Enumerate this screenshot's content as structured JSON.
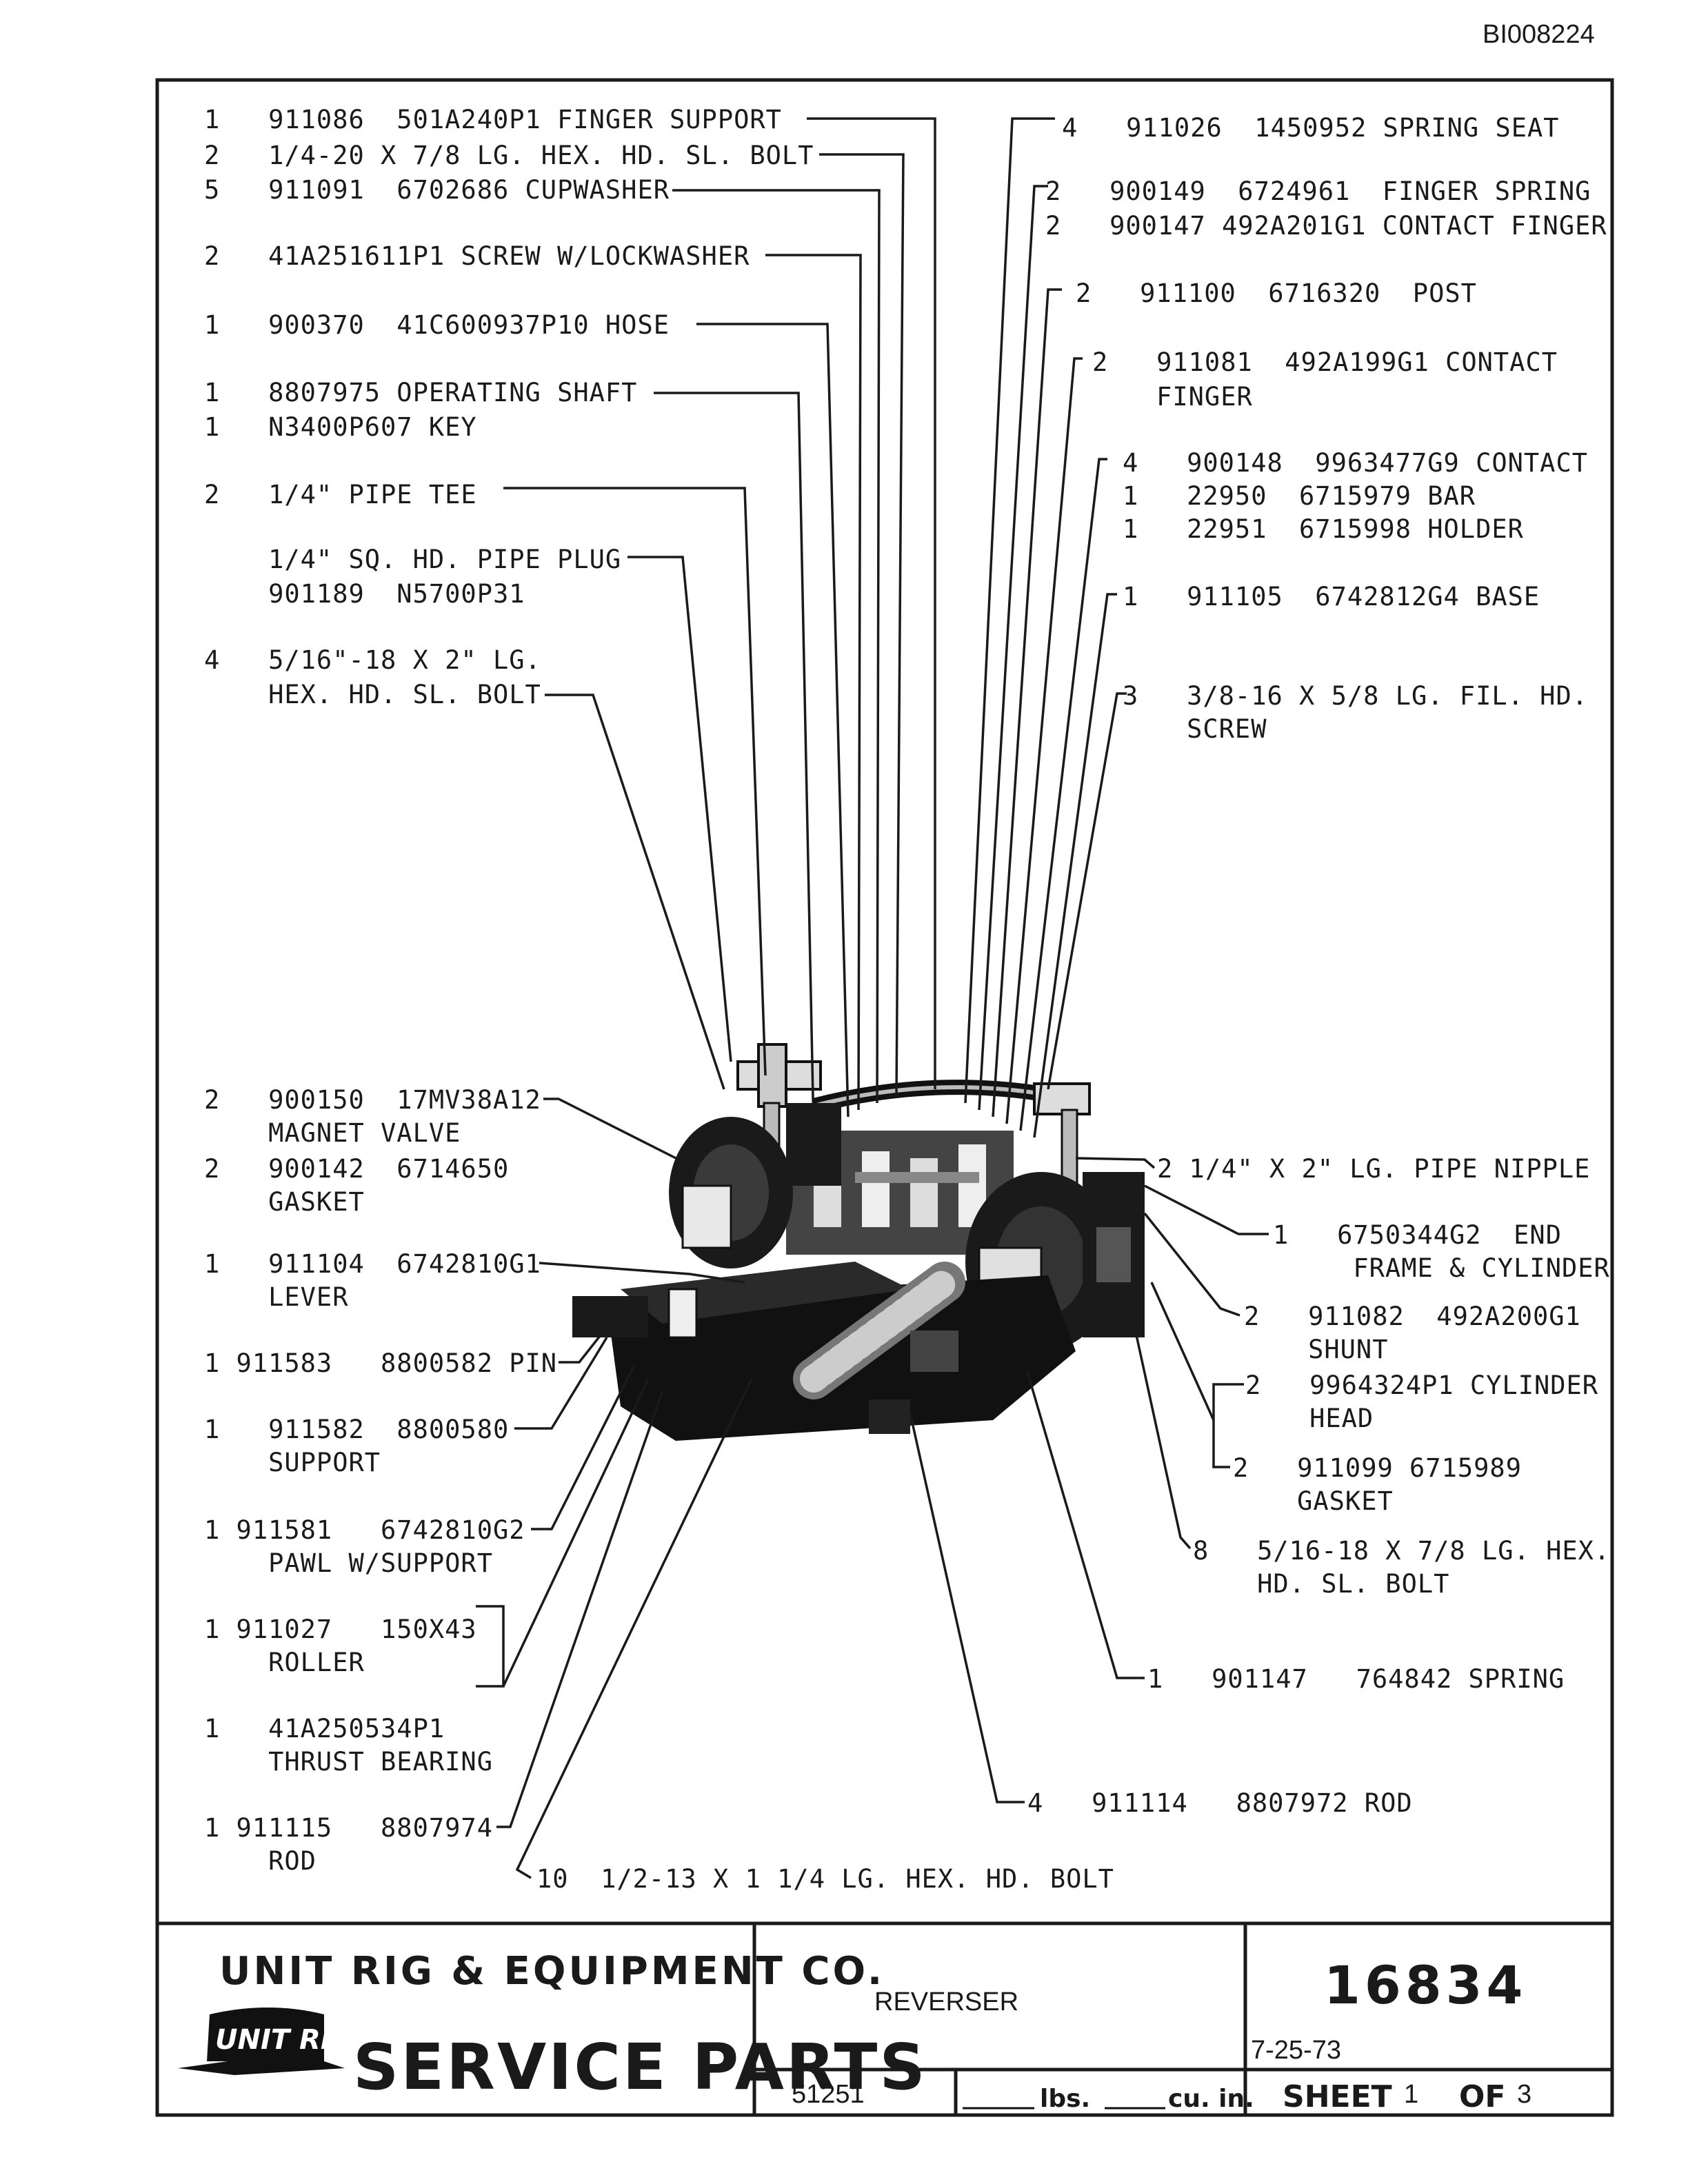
{
  "doc_id": "BI008224",
  "labels": {
    "l1": [
      "1   911086  501A240P1 FINGER SUPPORT"
    ],
    "l2": [
      "2   1/4-20 X 7/8 LG. HEX. HD. SL. BOLT"
    ],
    "l3": [
      "5   911091  6702686 CUPWASHER"
    ],
    "l4": [
      "2   41A251611P1 SCREW W/LOCKWASHER"
    ],
    "l5": [
      "1   900370  41C600937P10 HOSE"
    ],
    "l6": [
      "1   8807975 OPERATING SHAFT",
      "1   N3400P607 KEY"
    ],
    "l7": [
      "2   1/4\" PIPE TEE"
    ],
    "l8": [
      "    1/4\" SQ. HD. PIPE PLUG",
      "    901189  N5700P31"
    ],
    "l9": [
      "4   5/16\"-18 X 2\" LG.",
      "    HEX. HD. SL. BOLT"
    ],
    "r1": [
      "4   911026  1450952 SPRING SEAT"
    ],
    "r2": [
      "2   900149  6724961  FINGER SPRING",
      "2   900147 492A201G1 CONTACT FINGER"
    ],
    "r3": [
      "2   911100  6716320  POST"
    ],
    "r4": [
      "2   911081  492A199G1 CONTACT",
      "    FINGER"
    ],
    "r5": [
      "4   900148  9963477G9 CONTACT",
      "1   22950  6715979 BAR",
      "1   22951  6715998 HOLDER"
    ],
    "r6": [
      "1   911105  6742812G4 BASE"
    ],
    "r7": [
      "3   3/8-16 X 5/8 LG. FIL. HD.",
      "    SCREW"
    ],
    "m1": [
      "2   900150  17MV38A12",
      "    MAGNET VALVE",
      "2   900142  6714650",
      "    GASKET"
    ],
    "m2": [
      "1   911104  6742810G1",
      "    LEVER"
    ],
    "m3": [
      "1 911583   8800582 PIN"
    ],
    "m4": [
      "1   911582  8800580",
      "    SUPPORT"
    ],
    "m5": [
      "1 911581   6742810G2",
      "    PAWL W/SUPPORT"
    ],
    "m6": [
      "1 911027   150X43",
      "    ROLLER"
    ],
    "m7": [
      "1   41A250534P1",
      "    THRUST BEARING"
    ],
    "m8": [
      "1 911115   8807974",
      "    ROD"
    ],
    "m9": [
      "10  1/2-13 X 1 1/4 LG. HEX. HD. BOLT"
    ],
    "n1": [
      "2 1/4\" X 2\" LG. PIPE NIPPLE"
    ],
    "n2": [
      "1   6750344G2  END",
      "     FRAME & CYLINDER"
    ],
    "n3": [
      "2   911082  492A200G1",
      "    SHUNT"
    ],
    "n4": [
      "2   9964324P1 CYLINDER",
      "    HEAD"
    ],
    "n5": [
      "2   911099 6715989",
      "    GASKET"
    ],
    "n6": [
      "8   5/16-18 X 7/8 LG. HEX.",
      "    HD. SL. BOLT"
    ],
    "n7": [
      "1   901147   764842 SPRING"
    ],
    "n8": [
      "4   911114   8807972 ROD"
    ]
  },
  "title_block": {
    "company": "UNIT RIG & EQUIPMENT CO.",
    "logo_text": "UNIT RIG",
    "service_parts": "SERVICE PARTS",
    "title": "REVERSER",
    "drawing_number": "16834",
    "date": "7-25-73",
    "weight_code": "51251",
    "lbs_label": "lbs.",
    "cu_in_label": "cu. in.",
    "sheet_label": "SHEET",
    "sheet_number": "1",
    "of_label": "OF",
    "sheet_total": "3"
  }
}
